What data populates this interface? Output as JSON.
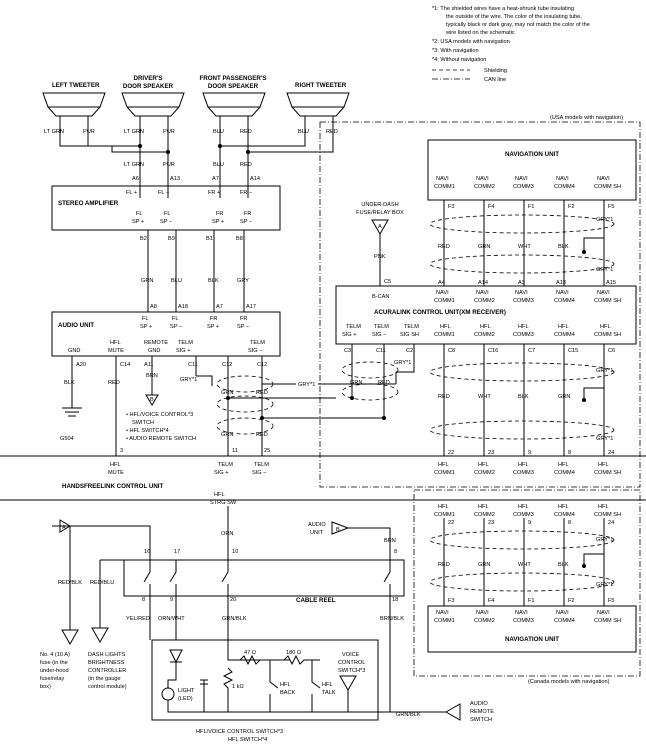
{
  "notes": {
    "n1": "*1: The shielded wires have a heat-shrunk tube insulating",
    "n1b": "the outside of the wire. The color of the insulating tube,",
    "n1c": "typically black or dark gray, may not match the color of the",
    "n1d": "wire listed on the schematic",
    "n2": "*2: USA models with navigation",
    "n3": "*3: With navigation",
    "n4": "*4: Without navigation",
    "legend_shield": "Shielding",
    "legend_can": "CAN line"
  },
  "speakers": {
    "left_tweeter": "LEFT TWEETER",
    "drivers_door_1": "DRIVER'S",
    "drivers_door_2": "DOOR SPEAKER",
    "front_pass_1": "FRONT PASSENGER'S",
    "front_pass_2": "DOOR SPEAKER",
    "right_tweeter": "RIGHT TWEETER"
  },
  "colors": {
    "lt_grn": "LT GRN",
    "pur": "PUR",
    "blu": "BLU",
    "red": "RED",
    "grn": "GRN",
    "blk": "BLK",
    "gry": "GRY",
    "brn": "BRN",
    "pnk": "PNK",
    "wht": "WHT",
    "orn": "ORN",
    "gry1": "GRY*1",
    "red_blk": "RED/BLK",
    "red_blu": "RED/BLU",
    "yel_red": "YEL/RED",
    "orn_wht": "ORN/WHT",
    "grn_blk": "GRN/BLK",
    "brn_blk": "BRN/BLK"
  },
  "pins": {
    "a6": "A6",
    "a13": "A13",
    "a7": "A7",
    "a14": "A14",
    "b2": "B2",
    "b9": "B9",
    "b1": "B1",
    "b8": "B8",
    "a8": "A8",
    "a18": "A18",
    "a17": "A17",
    "a20": "A20",
    "c14": "C14",
    "a11": "A11",
    "c11": "C11",
    "c12": "C12",
    "f3": "F3",
    "f4": "F4",
    "f1": "F1",
    "f2": "F2",
    "f5": "F5",
    "a4": "A4",
    "a3": "A3",
    "a15": "A15",
    "c5": "C5",
    "c3": "C3",
    "c2": "C2",
    "c8": "C8",
    "c16": "C16",
    "c7": "C7",
    "c15": "C15",
    "c6": "C6",
    "p3": "3",
    "p11": "11",
    "p25": "25",
    "p22": "22",
    "p23": "23",
    "p9": "9",
    "p8": "8",
    "p24": "24",
    "p16": "16",
    "p17": "17",
    "p10": "10",
    "p20": "20",
    "p18": "18"
  },
  "stereo_amp": {
    "title": "STEREO AMPLIFIER",
    "fl_plus": "FL +",
    "fl_minus": "FL −",
    "fr_plus": "FR +",
    "fr_minus": "FR −",
    "fl": "FL",
    "fr": "FR",
    "sp_plus": "SP +",
    "sp_minus": "SP −"
  },
  "audio_unit": {
    "title": "AUDIO UNIT",
    "gnd": "GND",
    "hfl": "HFL",
    "mute": "MUTE",
    "remote": "REMOTE",
    "gnd2": "GND",
    "telm": "TELM",
    "sig_plus": "SIG +",
    "sig_minus": "SIG −",
    "g504": "G504"
  },
  "b_notes": {
    "l1": "• HFL/VOICE CONTROL*3",
    "l1b": "SWITCH",
    "l2": "• HFL SWITCH*4",
    "l3": "• AUDIO REMOTE SWITCH"
  },
  "nav_unit_usa": {
    "title": "NAVIGATION UNIT",
    "navi": "NAVI",
    "comm1": "COMM1",
    "comm2": "COMM2",
    "comm3": "COMM3",
    "comm4": "COMM4",
    "comm_sh": "COMM SH"
  },
  "fuse_box": {
    "l1": "UNDER-DASH",
    "l2": "FUSE/RELAY BOX",
    "a": "A"
  },
  "acura_link": {
    "title": "ACURALINK CONTROL UNIT(XM RECEIVER)",
    "bcan": "B-CAN",
    "telm": "TELM",
    "sig_plus": "SIG +",
    "sig_minus": "SIG −",
    "sig_sh": "SIG SH",
    "hfl": "HFL"
  },
  "hfl_control": {
    "title": "HANDSFREELINK CONTROL UNIT",
    "hfl": "HFL",
    "mute": "MUTE",
    "telm": "TELM",
    "sig_plus": "SIG +",
    "sig_minus": "SIG −",
    "comm1": "COMM1",
    "comm2": "COMM2",
    "comm3": "COMM3",
    "comm4": "COMM4",
    "comm_sh": "COMM SH",
    "strg_sw": "STRG SW"
  },
  "region_labels": {
    "usa": "(USA models with navigation)",
    "canada": "(Canada models with navigation)"
  },
  "lower": {
    "audio_unit1": "AUDIO",
    "audio_unit2": "UNIT",
    "b": "B",
    "a": "A",
    "cable_reel": "CABLE REEL",
    "fuse1": "No. 4 (10 A)",
    "fuse2": "fuse (in the",
    "fuse3": "under-hood",
    "fuse4": "fuse/relay",
    "fuse5": "box)",
    "dash1": "DASH LIGHTS",
    "dash2": "BRIGHTNESS",
    "dash3": "CONTROLLER",
    "dash4": "(in the gauge",
    "dash5": "control module)",
    "light1": "LIGHT",
    "light2": "(LED)",
    "r47": "47 Ω",
    "r180": "180 Ω",
    "r1k": "1 kΩ",
    "hfl": "HFL",
    "back": "BACK",
    "talk": "TALK",
    "voice1": "VOICE",
    "voice2": "CONTROL",
    "voice3": "SWITCH*3",
    "sw1": "HFL/VOICE CONTROL SWITCH*3",
    "sw2": "HFL SWITCH*4",
    "ars1": "AUDIO",
    "ars2": "REMOTE",
    "ars3": "SWITCH",
    "nav_title": "NAVIGATION UNIT"
  }
}
